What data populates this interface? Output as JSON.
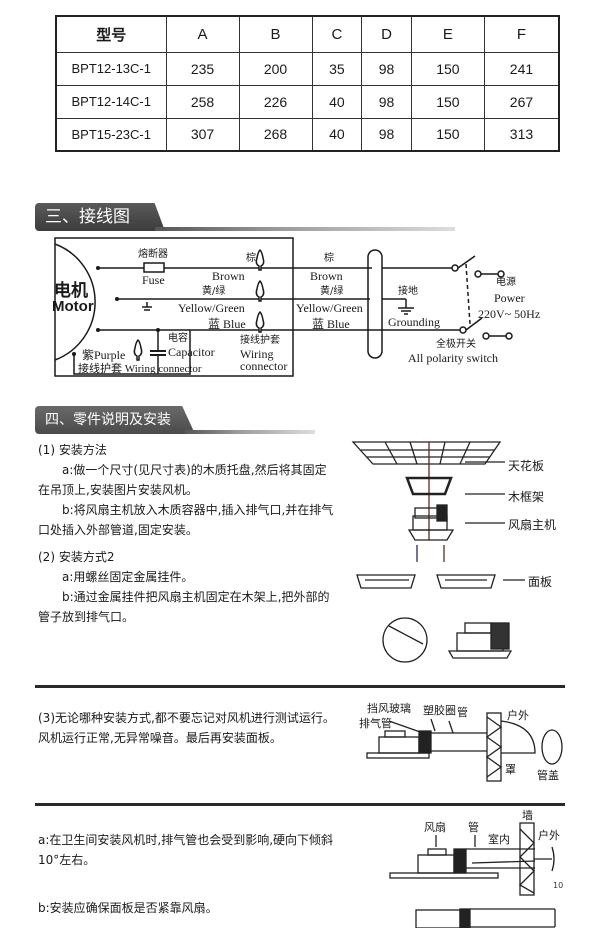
{
  "spec_table": {
    "headers": [
      "型号",
      "A",
      "B",
      "C",
      "D",
      "E",
      "F"
    ],
    "rows": [
      {
        "model": "BPT12-13C-1",
        "values": [
          "235",
          "200",
          "35",
          "98",
          "150",
          "241"
        ]
      },
      {
        "model": "BPT12-14C-1",
        "values": [
          "258",
          "226",
          "40",
          "98",
          "150",
          "267"
        ]
      },
      {
        "model": "BPT15-23C-1",
        "values": [
          "307",
          "268",
          "40",
          "98",
          "150",
          "313"
        ]
      }
    ]
  },
  "section3": {
    "title": "三、接线图"
  },
  "wiring": {
    "motor_cn": "电机",
    "motor_en": "Motor",
    "fuse_cn": "熔断器",
    "fuse_en": "Fuse",
    "brown_cn": "棕",
    "brown_en": "Brown",
    "yg_cn": "黄/绿",
    "yg_en": "Yellow/Green",
    "blue": "蓝 Blue",
    "capacitor_cn": "电容",
    "capacitor_en": "Capacitor",
    "wiring_conn_cn": "接线护套",
    "wiring_conn_en1": "Wiring",
    "wiring_conn_en2": "connector",
    "purple": "紫Purple",
    "bottom_conn": "接线护套 Wiring connector",
    "grounding_cn": "接地",
    "grounding_en": "Grounding",
    "power_cn": "电源",
    "power_en": "Power",
    "power_spec": "220V~ 50Hz",
    "switch_cn": "全极开关",
    "switch_en": "All polarity switch"
  },
  "section4": {
    "title": "四、零件说明及安装方法",
    "install1": {
      "heading": "(1) 安装方法",
      "a": "a:做一个尺寸(见尺寸表)的木质托盘,然后将其固定在吊顶上,安装图片安装风机。",
      "b": "b:将风扇主机放入木质容器中,插入排气口,并在排气口处插入外部管道,固定安装。"
    },
    "install2": {
      "heading": "(2) 安装方式2",
      "a": "a:用螺丝固定金属挂件。",
      "b": "b:通过金属挂件把风扇主机固定在木架上,把外部的管子放到排气口。"
    },
    "parts_labels": {
      "ceiling": "天花板",
      "frame": "木框架",
      "main_unit": "风扇主机",
      "panel": "面板"
    },
    "note3": "(3)无论哪种安装方式,都不要忘记对风机进行测试运行。风机运行正常,无异常噪音。最后再安装面板。",
    "duct_labels": {
      "glass": "挡风玻璃",
      "ring": "塑胶圈",
      "pipe": "管",
      "exhaust": "排气管",
      "outdoor": "户外",
      "hood": "罩",
      "cap": "管盖"
    },
    "note_a": "a:在卫生间安装风机时,排气管也会受到影响,硬向下倾斜10°左右。",
    "note_b": "b:安装应确保面板是否紧靠风扇。",
    "wall_labels": {
      "fan": "风扇",
      "pipe": "管",
      "indoor": "室内",
      "wall": "墙",
      "outdoor": "户外"
    }
  },
  "page_number": "10"
}
